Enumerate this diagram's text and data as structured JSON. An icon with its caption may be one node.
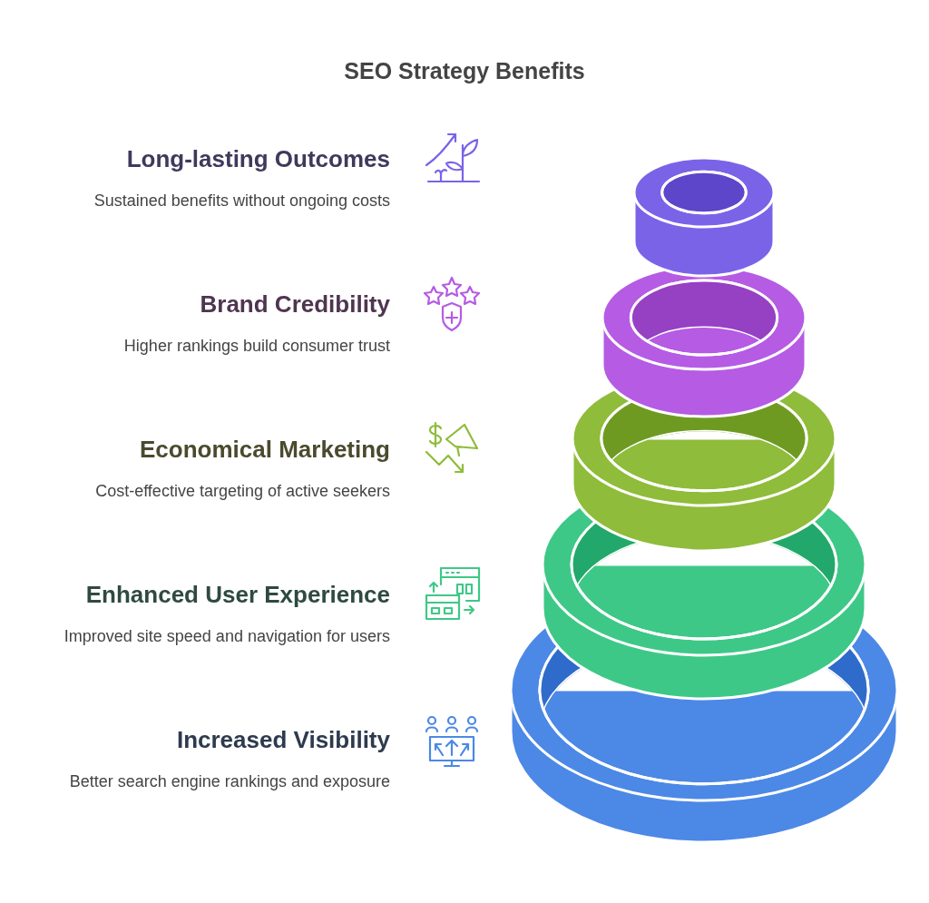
{
  "diagram": {
    "title": "SEO Strategy Benefits",
    "nodes": [
      {
        "text": [
          "Long-lasting Outcomes",
          "Sustained benefits without ongoing costs"
        ]
      },
      {
        "text": [
          "Brand Credibility",
          "Higher rankings build consumer trust"
        ]
      },
      {
        "text": [
          "Economical Marketing",
          "Cost-effective targeting of active seekers"
        ]
      },
      {
        "text": [
          "Enhanced User Experience",
          "Improved site speed and navigation for users"
        ]
      },
      {
        "text": [
          "Increased Visibility",
          "Better search engine rankings and exposure"
        ]
      }
    ]
  }
}
